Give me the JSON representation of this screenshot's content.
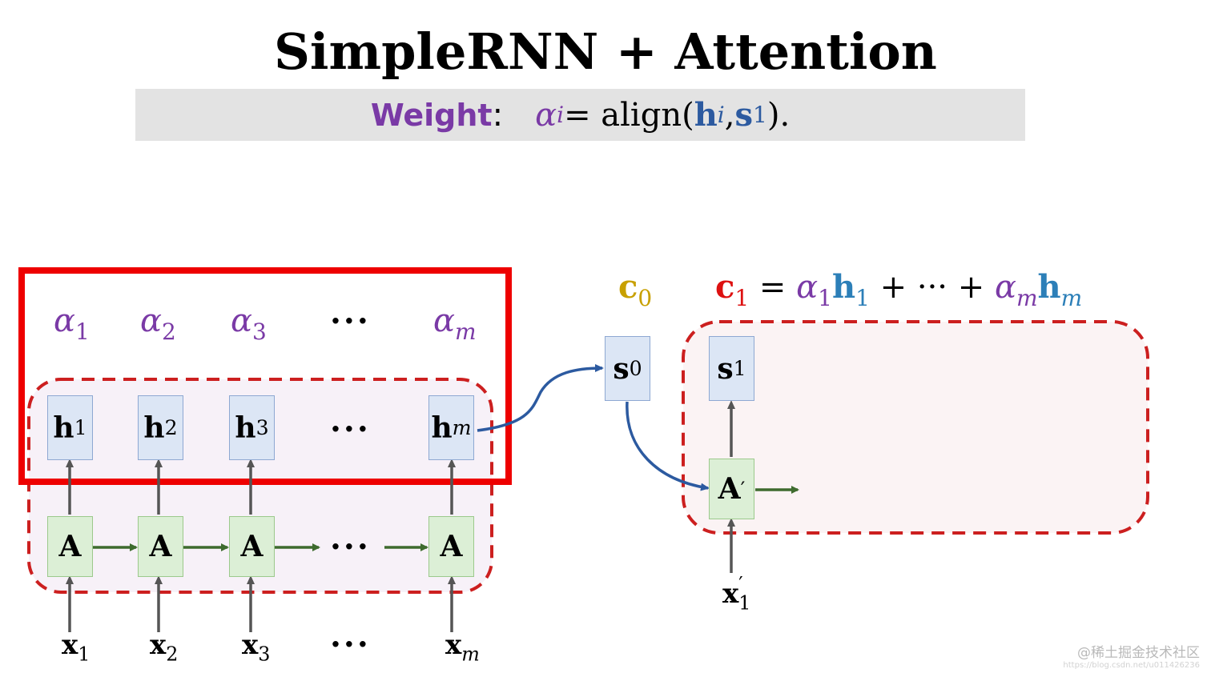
{
  "title": "SimpleRNN + Attention",
  "formula": {
    "weight_label": "Weight",
    "colon": ":",
    "alpha": "α",
    "alpha_sub": "i",
    "equals_align": " = align(",
    "h": "h",
    "h_sub": "i",
    "comma": ",",
    "s": "s",
    "s_sub": "1",
    "close": ")."
  },
  "encoder": {
    "alphas": [
      {
        "symbol": "α",
        "sub": "1"
      },
      {
        "symbol": "α",
        "sub": "2"
      },
      {
        "symbol": "α",
        "sub": "3"
      },
      {
        "symbol": "α",
        "sub": "m"
      }
    ],
    "hidden": [
      {
        "symbol": "h",
        "sub": "1"
      },
      {
        "symbol": "h",
        "sub": "2"
      },
      {
        "symbol": "h",
        "sub": "3"
      },
      {
        "symbol": "h",
        "sub": "m"
      }
    ],
    "cells": [
      "A",
      "A",
      "A",
      "A"
    ],
    "inputs": [
      {
        "symbol": "x",
        "sub": "1"
      },
      {
        "symbol": "x",
        "sub": "2"
      },
      {
        "symbol": "x",
        "sub": "3"
      },
      {
        "symbol": "x",
        "sub": "m"
      }
    ],
    "ellipsis": "···"
  },
  "decoder": {
    "c0": {
      "symbol": "c",
      "sub": "0"
    },
    "s0": {
      "symbol": "s",
      "sub": "0"
    },
    "s1": {
      "symbol": "s",
      "sub": "1"
    },
    "cell": "A",
    "cell_prime": "′",
    "input": {
      "symbol": "x",
      "sub": "1",
      "prime": "′"
    },
    "c1_equation": {
      "c": "c",
      "c_sub": "1",
      "eq": " = ",
      "a1": "α",
      "a1_sub": "1",
      "h1": "h",
      "h1_sub": "1",
      "mid": " + ··· + ",
      "am": "α",
      "am_sub": "m",
      "hm": "h",
      "hm_sub": "m"
    }
  },
  "colors": {
    "purple": "#7a3aa6",
    "blue": "#2c5aa0",
    "gold": "#c8a000",
    "red": "#dd1111",
    "highlight_red": "#ee0000",
    "dashed_red": "#cc1f1f",
    "arrow_green": "#3e6b2e",
    "arrow_gray": "#555555",
    "arrow_blue": "#2c5aa0"
  },
  "watermark": {
    "main": "@稀土掘金技术社区",
    "small": "https://blog.csdn.net/u011426236"
  }
}
